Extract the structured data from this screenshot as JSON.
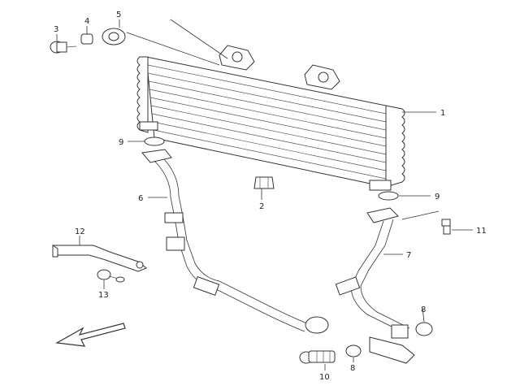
{
  "parts": [
    {
      "key": "oil_cooler",
      "number": "1"
    },
    {
      "key": "clip",
      "number": "2"
    },
    {
      "key": "cap_bolt",
      "number": "3"
    },
    {
      "key": "collar",
      "number": "4"
    },
    {
      "key": "grommet",
      "number": "5"
    },
    {
      "key": "inlet_hose",
      "number": "6"
    },
    {
      "key": "outlet_hose",
      "number": "7"
    },
    {
      "key": "o_ring_lower_left",
      "number": "8"
    },
    {
      "key": "o_ring_lower_right",
      "number": "8"
    },
    {
      "key": "o_ring_upper_left",
      "number": "9"
    },
    {
      "key": "o_ring_upper_right",
      "number": "9"
    },
    {
      "key": "union_bolt",
      "number": "10"
    },
    {
      "key": "bolt_11",
      "number": "11"
    },
    {
      "key": "bracket",
      "number": "12"
    },
    {
      "key": "bolt_13",
      "number": "13"
    }
  ],
  "icons": {
    "front_arrow": "front-direction-arrow-icon"
  }
}
